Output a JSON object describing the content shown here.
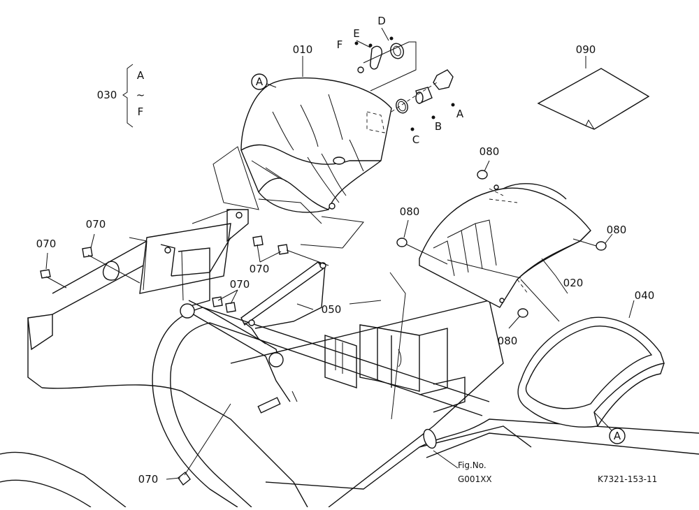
{
  "figure": {
    "fig_label": "Fig.No.",
    "fig_number": "G001XX",
    "drawing_code": "K7321-153-11"
  },
  "callouts": {
    "p010": "010",
    "p020": "020",
    "p030": "030",
    "p040": "040",
    "p050": "050",
    "p070": "070",
    "p080": "080",
    "p090": "090"
  },
  "kit_030": {
    "from": "A",
    "to_mark": "~",
    "to": "F"
  },
  "sub_labels": {
    "a": "A",
    "b": "B",
    "c": "C",
    "d": "D",
    "e": "E",
    "f": "F"
  },
  "circle_markers": {
    "seat_ref": "A",
    "cushion_ref": "A"
  }
}
